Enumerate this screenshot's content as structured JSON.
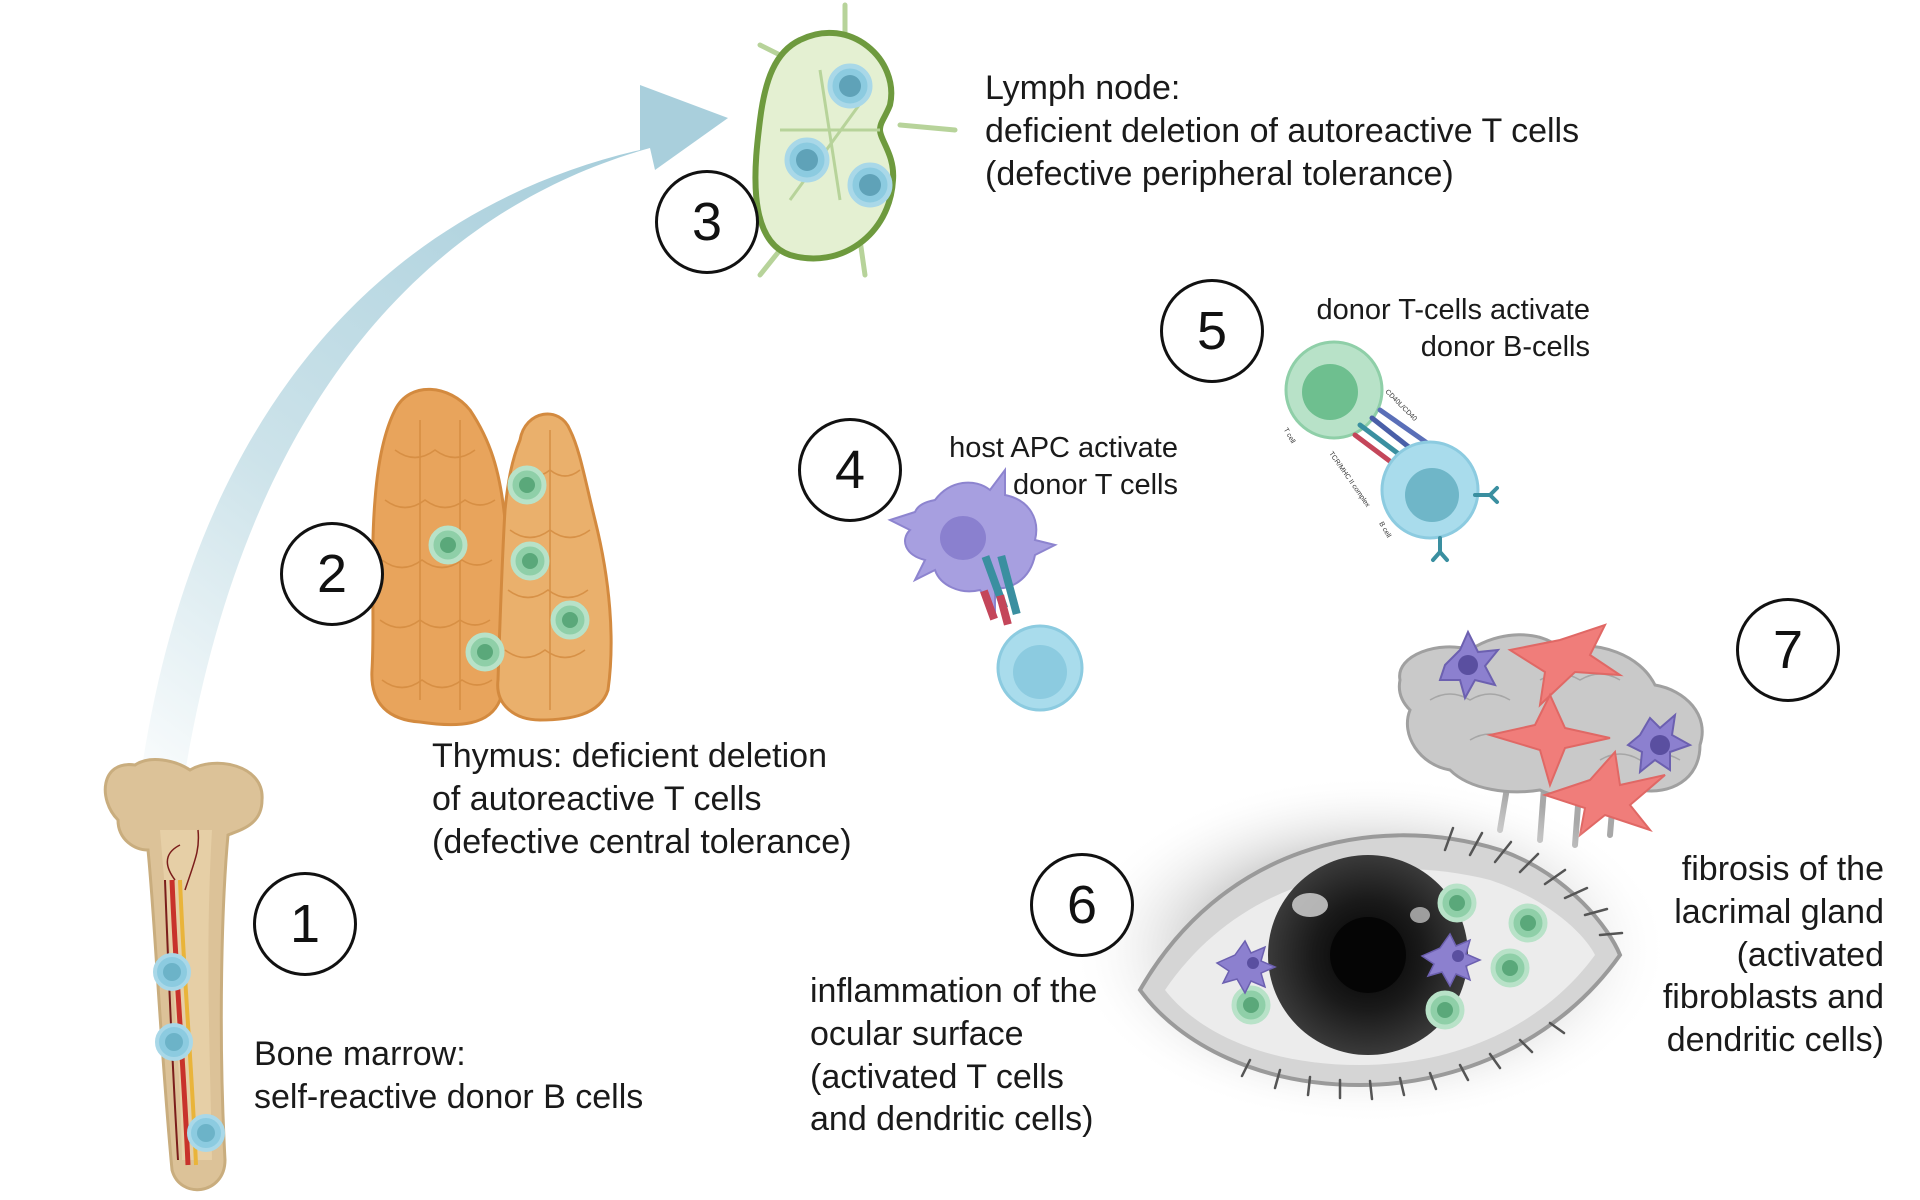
{
  "colors": {
    "arrow": "#a9cfdc",
    "thymus": "#e8a45c",
    "lymph_node": "#e4f0d2",
    "lymph_node_edge": "#6e9a3e",
    "t_cell_green": "#8fcfa8",
    "b_cell_blue": "#8ccbe0",
    "apc_purple": "#a79fe0",
    "fibroblast_red": "#f07d7a",
    "gland_grey": "#c9c9c9"
  },
  "steps": [
    {
      "number": "1",
      "lines": [
        "Bone marrow:",
        "self-reactive donor B cells"
      ]
    },
    {
      "number": "2",
      "lines": [
        "Thymus: deficient deletion",
        "of autoreactive T cells",
        "(defective central tolerance)"
      ]
    },
    {
      "number": "3",
      "lines": [
        "Lymph node:",
        "deficient deletion of autoreactive T cells",
        "(defective peripheral tolerance)"
      ]
    },
    {
      "number": "4",
      "lines": [
        "host APC activate",
        "donor T cells"
      ]
    },
    {
      "number": "5",
      "lines": [
        "donor T-cells activate",
        "donor B-cells"
      ]
    },
    {
      "number": "6",
      "lines": [
        "inflammation of the",
        "ocular surface",
        "(activated T cells",
        "and dendritic cells)"
      ]
    },
    {
      "number": "7",
      "lines": [
        "fibrosis of the",
        "lacrimal gland",
        "(activated",
        "fibroblasts and",
        "dendritic cells)"
      ]
    }
  ],
  "cell_labels": {
    "t_cell": "T cell",
    "b_cell": "B cell",
    "cd40": "CD40L/CD40",
    "tcr": "TCR/MHC II complex"
  }
}
